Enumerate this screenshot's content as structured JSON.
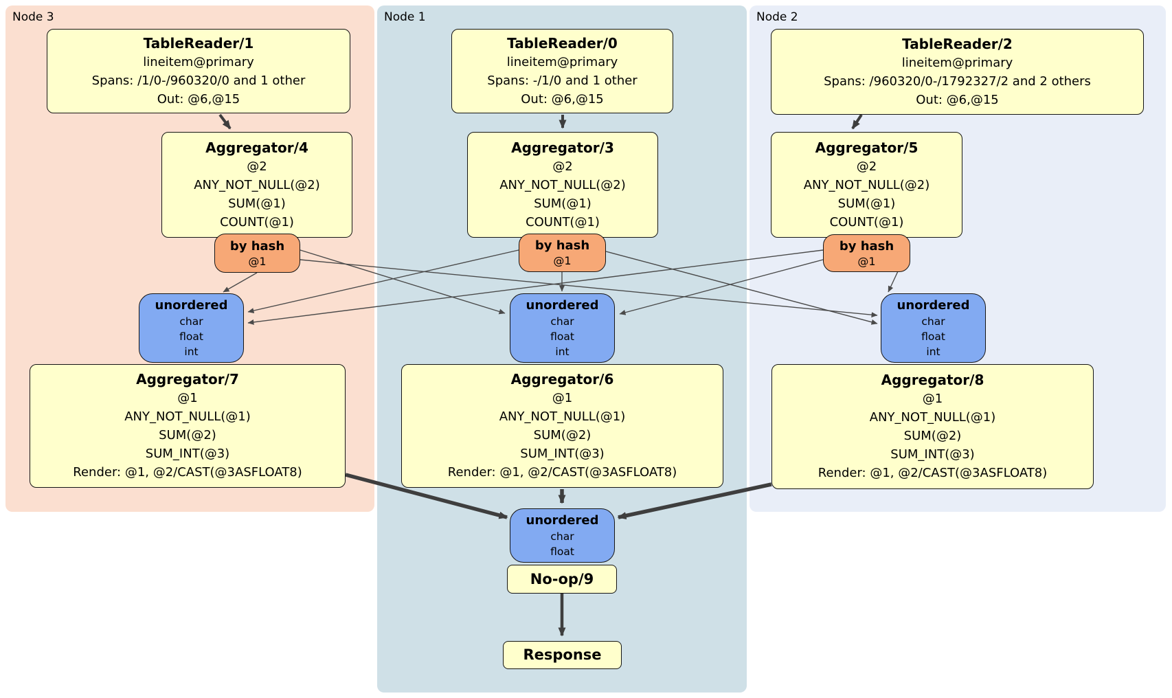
{
  "regions": {
    "node3": {
      "label": "Node 3",
      "bg": "#fbdfd0"
    },
    "node1": {
      "label": "Node 1",
      "bg": "#cfe0e7"
    },
    "node2": {
      "label": "Node 2",
      "bg": "#e9eef8"
    }
  },
  "processors": {
    "tr1": {
      "title": "TableReader/1",
      "lines": [
        "lineitem@primary",
        "Spans: /1/0-/960320/0 and 1 other",
        "Out: @6,@15"
      ]
    },
    "tr0": {
      "title": "TableReader/0",
      "lines": [
        "lineitem@primary",
        "Spans: -/1/0 and 1 other",
        "Out: @6,@15"
      ]
    },
    "tr2": {
      "title": "TableReader/2",
      "lines": [
        "lineitem@primary",
        "Spans: /960320/0-/1792327/2 and 2 others",
        "Out: @6,@15"
      ]
    },
    "agg4": {
      "title": "Aggregator/4",
      "lines": [
        "@2",
        "ANY_NOT_NULL(@2)",
        "SUM(@1)",
        "COUNT(@1)"
      ]
    },
    "agg3": {
      "title": "Aggregator/3",
      "lines": [
        "@2",
        "ANY_NOT_NULL(@2)",
        "SUM(@1)",
        "COUNT(@1)"
      ]
    },
    "agg5": {
      "title": "Aggregator/5",
      "lines": [
        "@2",
        "ANY_NOT_NULL(@2)",
        "SUM(@1)",
        "COUNT(@1)"
      ]
    },
    "agg7": {
      "title": "Aggregator/7",
      "lines": [
        "@1",
        "ANY_NOT_NULL(@1)",
        "SUM(@2)",
        "SUM_INT(@3)",
        "Render: @1, @2/CAST(@3ASFLOAT8)"
      ]
    },
    "agg6": {
      "title": "Aggregator/6",
      "lines": [
        "@1",
        "ANY_NOT_NULL(@1)",
        "SUM(@2)",
        "SUM_INT(@3)",
        "Render: @1, @2/CAST(@3ASFLOAT8)"
      ]
    },
    "agg8": {
      "title": "Aggregator/8",
      "lines": [
        "@1",
        "ANY_NOT_NULL(@1)",
        "SUM(@2)",
        "SUM_INT(@3)",
        "Render: @1, @2/CAST(@3ASFLOAT8)"
      ]
    },
    "noop": {
      "title": "No-op/9"
    },
    "response": {
      "title": "Response"
    }
  },
  "routers": {
    "r4": {
      "title": "by hash",
      "detail": "@1"
    },
    "r3": {
      "title": "by hash",
      "detail": "@1"
    },
    "r5": {
      "title": "by hash",
      "detail": "@1"
    }
  },
  "syncs": {
    "s7": {
      "title": "unordered",
      "types": [
        "char",
        "float",
        "int"
      ]
    },
    "s6": {
      "title": "unordered",
      "types": [
        "char",
        "float",
        "int"
      ]
    },
    "s8": {
      "title": "unordered",
      "types": [
        "char",
        "float",
        "int"
      ]
    },
    "s9": {
      "title": "unordered",
      "types": [
        "char",
        "float"
      ]
    }
  },
  "colors": {
    "processor_fill": "#ffffcc",
    "router_fill": "#f7a876",
    "sync_fill": "#82aaf2",
    "node3_bg": "#fbdfd0",
    "node1_bg": "#cfe0e7",
    "node2_bg": "#e9eef8",
    "arrow": "#3e3e3e"
  },
  "flows": [
    {
      "from": "TableReader/1",
      "to": "Aggregator/4"
    },
    {
      "from": "TableReader/0",
      "to": "Aggregator/3"
    },
    {
      "from": "TableReader/2",
      "to": "Aggregator/5"
    },
    {
      "from": "Aggregator/4 by hash @1",
      "to": "unordered (Node 3, Node 1, Node 2)"
    },
    {
      "from": "Aggregator/3 by hash @1",
      "to": "unordered (Node 3, Node 1, Node 2)"
    },
    {
      "from": "Aggregator/5 by hash @1",
      "to": "unordered (Node 3, Node 1, Node 2)"
    },
    {
      "from": "Aggregator/7",
      "to": "unordered"
    },
    {
      "from": "Aggregator/6",
      "to": "unordered"
    },
    {
      "from": "Aggregator/8",
      "to": "unordered"
    },
    {
      "from": "No-op/9",
      "to": "Response"
    }
  ]
}
